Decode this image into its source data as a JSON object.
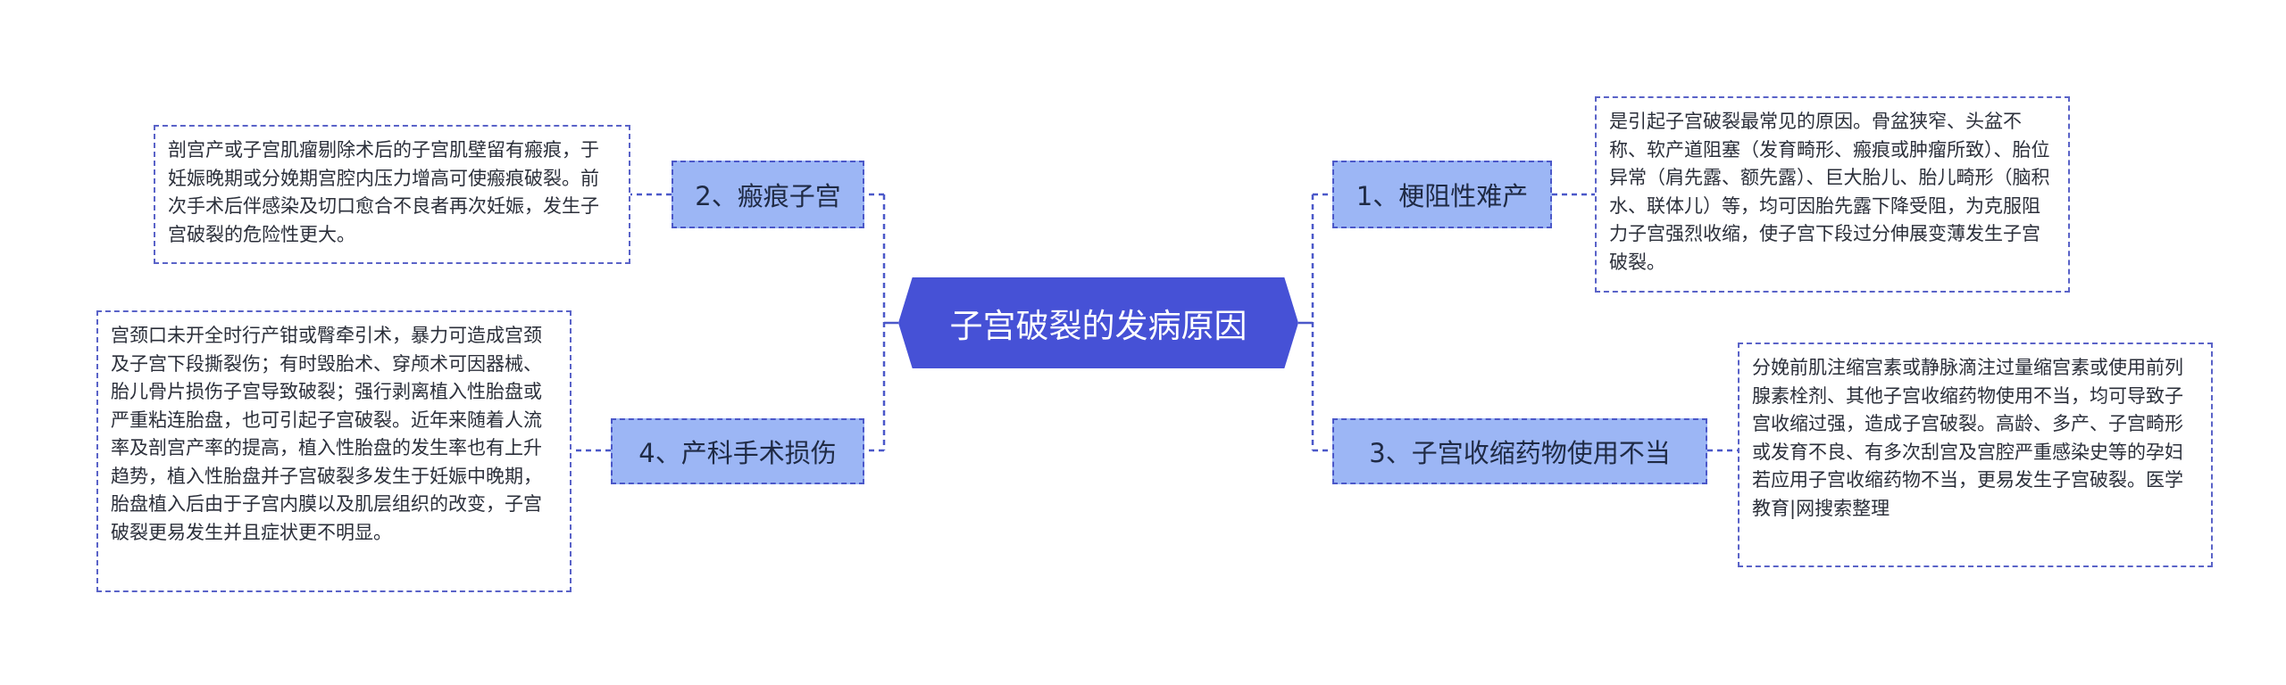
{
  "diagram": {
    "central": "子宫破裂的发病原因",
    "branches": [
      {
        "label": "1、梗阻性难产",
        "note": "是引起子宫破裂最常见的原因。骨盆狭窄、头盆不称、软产道阻塞（发育畸形、瘢痕或肿瘤所致）、胎位异常（肩先露、额先露）、巨大胎儿、胎儿畸形（脑积水、联体儿）等，均可因胎先露下降受阻，为克服阻力子宫强烈收缩，使子宫下段过分伸展变薄发生子宫破裂。"
      },
      {
        "label": "2、瘢痕子宫",
        "note": "剖宫产或子宫肌瘤剔除术后的子宫肌壁留有瘢痕，于妊娠晚期或分娩期宫腔内压力增高可使瘢痕破裂。前次手术后伴感染及切口愈合不良者再次妊娠，发生子宫破裂的危险性更大。"
      },
      {
        "label": "3、子宫收缩药物使用不当",
        "note": "分娩前肌注缩宫素或静脉滴注过量缩宫素或使用前列腺素栓剂、其他子宫收缩药物使用不当，均可导致子宫收缩过强，造成子宫破裂。高龄、多产、子宫畸形或发育不良、有多次刮宫及宫腔严重感染史等的孕妇若应用子宫收缩药物不当，更易发生子宫破裂。医学教育|网搜索整理"
      },
      {
        "label": "4、产科手术损伤",
        "note": "宫颈口未开全时行产钳或臀牵引术，暴力可造成宫颈及子宫下段撕裂伤；有时毁胎术、穿颅术可因器械、胎儿骨片损伤子宫导致破裂；强行剥离植入性胎盘或严重粘连胎盘，也可引起子宫破裂。近年来随着人流率及剖宫产率的提高，植入性胎盘的发生率也有上升趋势，植入性胎盘并子宫破裂多发生于妊娠中晚期，胎盘植入后由于子宫内膜以及肌层组织的改变，子宫破裂更易发生并且症状更不明显。"
      }
    ]
  },
  "colors": {
    "central_fill": "#4651d6",
    "branch_fill": "#9cb6f5",
    "border": "#4b58c9",
    "connector": "#4b58c9"
  }
}
